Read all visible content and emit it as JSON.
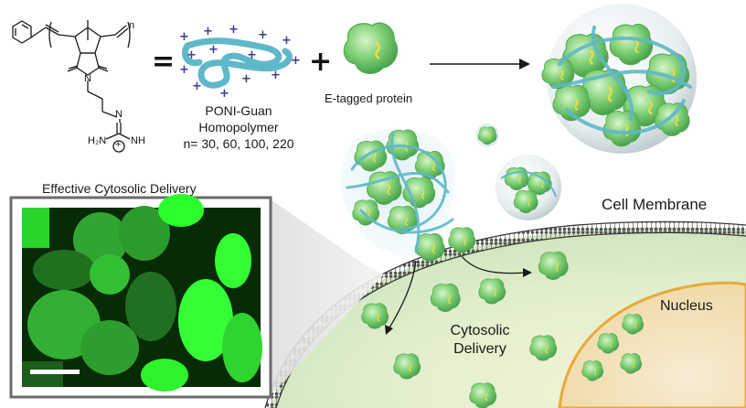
{
  "chemistry": {
    "subscript_n": "n",
    "nitrogen_ring": "N",
    "nitrogen_imine": "N",
    "amine_left": "H₂N",
    "amine_right": "NH",
    "charge": "+"
  },
  "equals_sign": "=",
  "plus_sign": "+",
  "polymer": {
    "name_line1": "PONI-Guan",
    "name_line2": "Homopolymer",
    "lengths": "n= 30, 60, 100, 220"
  },
  "protein_label": "E-tagged protein",
  "micrograph_title": "Effective Cytosolic Delivery",
  "cell_membrane_label": "Cell Membrane",
  "nucleus_label": "Nucleus",
  "cytosolic_line1": "Cytosolic",
  "cytosolic_line2": "Delivery",
  "colors": {
    "polymer": "#5fb8c9",
    "charge": "#3b3b8f",
    "protein": "#6fc46a",
    "protein_dark": "#3f9a45",
    "cytosol": "#dcebc8",
    "nucleus": "#f3e2bc",
    "nucleus_border": "#e9a93a",
    "fluorescence": "#2dff2d"
  }
}
